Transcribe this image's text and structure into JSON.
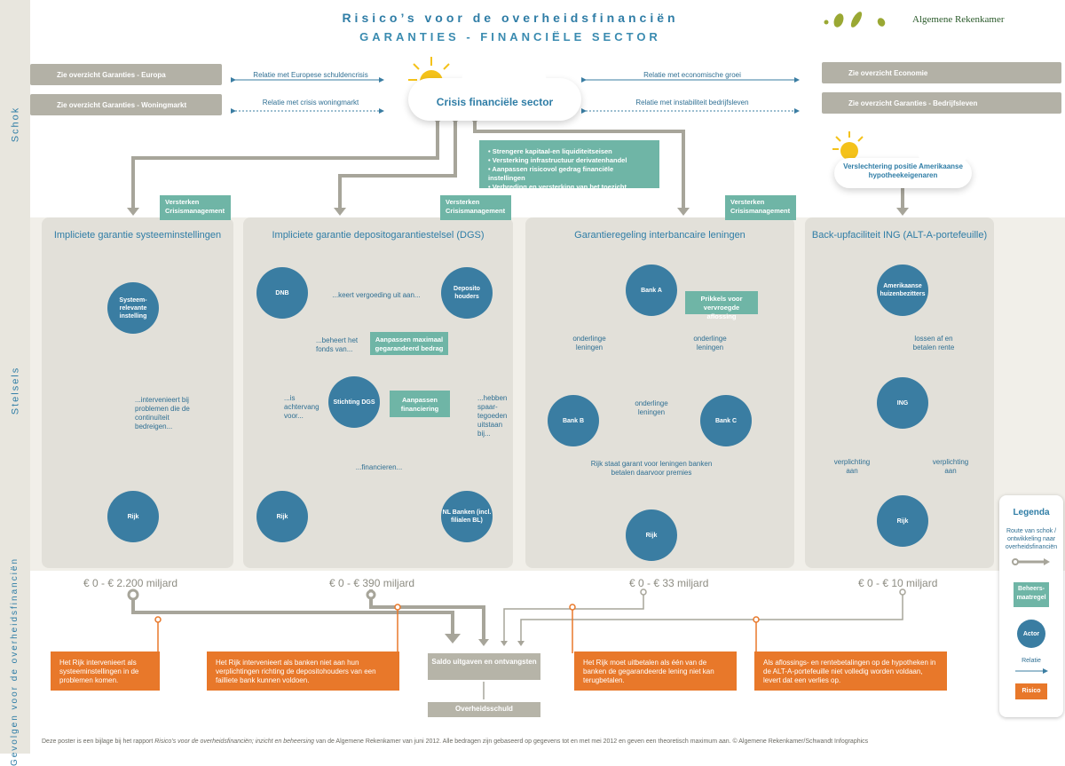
{
  "header": {
    "title": "Risico’s voor de overheidsfinanciën",
    "subtitle": "GARANTIES - FINANCIËLE SECTOR",
    "logo_text": "Algemene Rekenkamer"
  },
  "bands": {
    "schok": "Schok",
    "stelsels": "Stelsels",
    "gevolgen": "Gevolgen voor de overheidsfinanciën"
  },
  "links": {
    "europa": "Zie overzicht Garanties - Europa",
    "woningmarkt": "Zie overzicht Garanties - Woningmarkt",
    "economie": "Zie overzicht Economie",
    "bedrijfsleven": "Zie overzicht Garanties - Bedrijfsleven"
  },
  "relations_top": {
    "schuldencrisis": "Relatie met Europese schuldencrisis",
    "woningmarkt": "Relatie met crisis woningmarkt",
    "groei": "Relatie met economische groei",
    "bedrijfsleven": "Relatie met instabiliteit bedrijfsleven"
  },
  "crisis": {
    "label": "Crisis financiële sector",
    "measures": [
      "• Strengere kapitaal-en liquiditeitseisen",
      "• Versterking infrastructuur derivatenhandel",
      "• Aanpassen risicovol gedrag financiële instellingen",
      "• Verbreding en versterking van het toezicht"
    ]
  },
  "hypotheek_cloud": "Verslechtering positie Amerikaanse hypotheekeigenaren",
  "ribbon_label": "Versterken Crisismanagement",
  "panels": {
    "p1": {
      "title": "Impliciete garantie systeeminstellingen",
      "actor_top": "Systeem-relevante instelling",
      "actor_bottom": "Rijk",
      "relation": "...intervenieert bij problemen die de continuïteit bedreigen...",
      "amount": "€ 0 - € 2.200 miljard"
    },
    "p2": {
      "title": "Impliciete garantie depositogarantiestelsel (DGS)",
      "dnb": "DNB",
      "depositohouders": "Deposito houders",
      "stichting": "Stichting DGS",
      "rijk": "Rijk",
      "banken": "NL Banken (incl. filialen BL)",
      "rel_uitkeren": "...keert vergoeding uit aan...",
      "rel_beheert": "...beheert het fonds van...",
      "rel_achtervang": "...is achtervang voor...",
      "rel_spaartegoeden": "...hebben spaar-tegoeden uitstaan bij...",
      "rel_financieren": "...financieren...",
      "note_maximum": "Aanpassen maximaal gegarandeerd bedrag",
      "note_financiering": "Aanpassen financiering",
      "amount": "€ 0 - € 390 miljard"
    },
    "p3": {
      "title": "Garantieregeling interbancaire leningen",
      "bank_a": "Bank A",
      "bank_b": "Bank B",
      "bank_c": "Bank C",
      "rijk": "Rijk",
      "rel_leningen": "onderlinge leningen",
      "rel_garant": "Rijk staat garant voor leningen banken betalen daarvoor premies",
      "note_prikkels": "Prikkels voor vervroegde aflossing",
      "amount": "€ 0 - € 33 miljard"
    },
    "p4": {
      "title": "Back-upfaciliteit ING (ALT-A-portefeuille)",
      "huizen": "Amerikaanse huizenbezitters",
      "ing": "ING",
      "rijk": "Rijk",
      "rel_lossen": "lossen af en betalen rente",
      "rel_verplichting": "verplichting aan",
      "amount": "€ 0 - € 10 miljard"
    }
  },
  "risks": {
    "r1": "Het Rijk intervenieert als systeeminstellingen in de problemen komen.",
    "r2": "Het Rijk intervenieert als banken niet aan hun verplichtingen richting de depositohouders van een failliete bank kunnen voldoen.",
    "r3": "Het Rijk moet uitbetalen als één van de banken de gegarandeerde lening niet kan terugbetalen.",
    "r4": "Als aflossings- en rentebetalingen op de hypotheken in de ALT-A-portefeuille niet volledig worden voldaan, levert dat een verlies op."
  },
  "saldo": "Saldo uitgaven en ontvangsten",
  "schuld": "Overheidsschuld",
  "legend": {
    "title": "Legenda",
    "route": "Route van schok / ontwikkeling naar overheidsfinanciën",
    "maatregel": "Beheers-maatregel",
    "actor": "Actor",
    "relatie": "Relatie",
    "risico": "Risico"
  },
  "footer": {
    "prefix": "Deze poster is een bijlage bij het rapport ",
    "report": "Risico’s voor de overheidsfinanciën; inzicht en beheersing",
    "suffix": " van de Algemene Rekenkamer van juni 2012. Alle bedragen zijn gebaseerd op gegevens tot en met mei 2012 en geven een theoretisch maximum aan. © Algemene Rekenkamer/Schwandt Infographics"
  },
  "colors": {
    "blue": "#3a7da2",
    "green": "#6fb5a6",
    "orange": "#e8782a",
    "gray": "#b3b1a6",
    "panel": "#e2e0d9"
  }
}
